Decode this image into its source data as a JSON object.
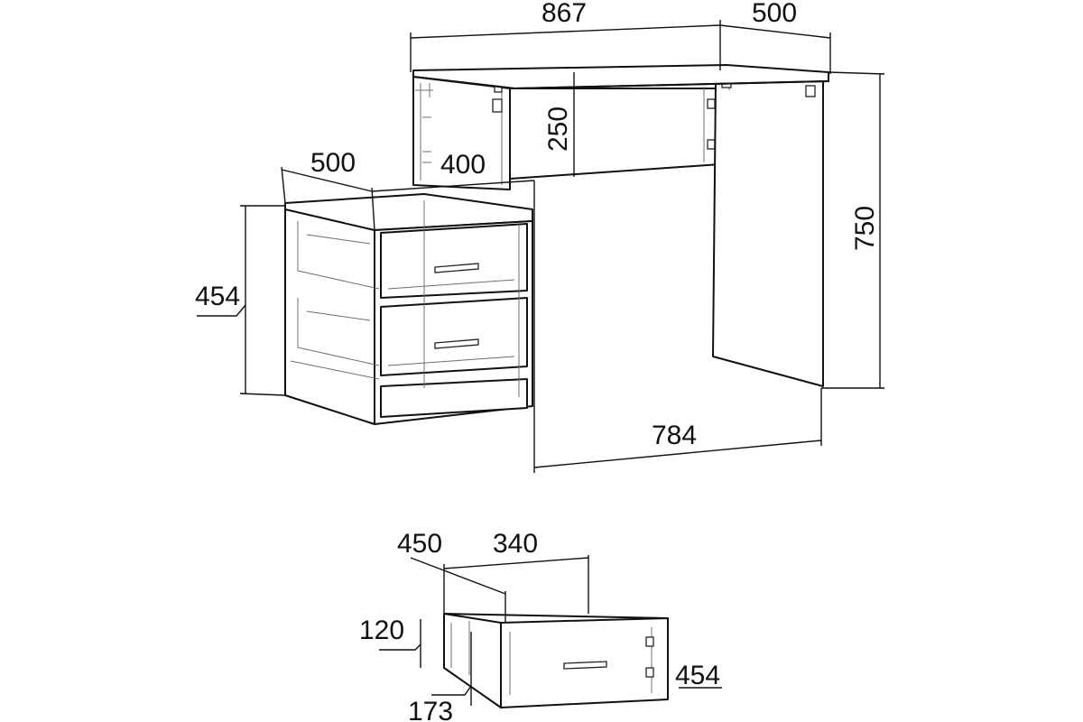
{
  "dimensions": {
    "desk_top_width": "867",
    "desk_top_depth": "500",
    "modesty_panel_height": "250",
    "desk_total_height": "750",
    "leg_span": "784",
    "pedestal_depth": "500",
    "pedestal_width": "400",
    "pedestal_height": "454",
    "drawer_depth": "450",
    "drawer_width": "340",
    "drawer_height": "120",
    "drawer_front_height": "173",
    "drawer_front_width": "454"
  }
}
